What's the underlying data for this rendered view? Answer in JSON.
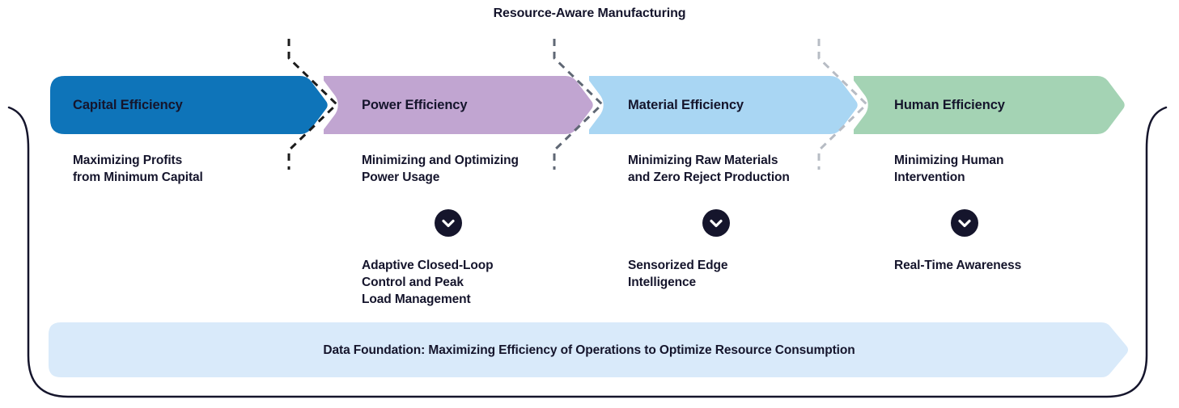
{
  "title": "Resource-Aware Manufacturing",
  "colors": {
    "ink": "#15152c",
    "background": "#ffffff"
  },
  "stages": [
    {
      "label": "Capital Efficiency",
      "description": "Maximizing Profits\nfrom Minimum Capital",
      "color": "#0e74b9"
    },
    {
      "label": "Power Efficiency",
      "description": "Minimizing and Optimizing\nPower Usage",
      "enabler": "Adaptive Closed-Loop\nControl and Peak\nLoad Management",
      "color": "#c1a5d1"
    },
    {
      "label": "Material Efficiency",
      "description": "Minimizing Raw Materials\nand Zero Reject Production",
      "enabler": "Sensorized Edge\nIntelligence",
      "color": "#a9d6f3"
    },
    {
      "label": "Human Efficiency",
      "description": "Minimizing Human\nIntervention",
      "enabler": "Real-Time Awareness",
      "color": "#a4d3b4"
    }
  ],
  "separators": [
    {
      "color": "#1c1c1c"
    },
    {
      "color": "#5f6774"
    },
    {
      "color": "#b7bcc4"
    }
  ],
  "foundation": {
    "label": "Data Foundation: Maximizing Efficiency of Operations to Optimize Resource Consumption",
    "color": "#d9eafa"
  }
}
